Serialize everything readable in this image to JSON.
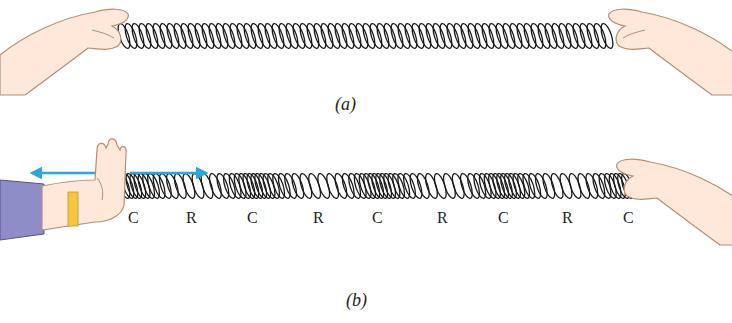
{
  "diagram": {
    "labels": [
      "(a)",
      "(b)",
      "C",
      "R",
      "C",
      "R",
      "C",
      "R",
      "C",
      "R",
      "C"
    ]
  }
}
